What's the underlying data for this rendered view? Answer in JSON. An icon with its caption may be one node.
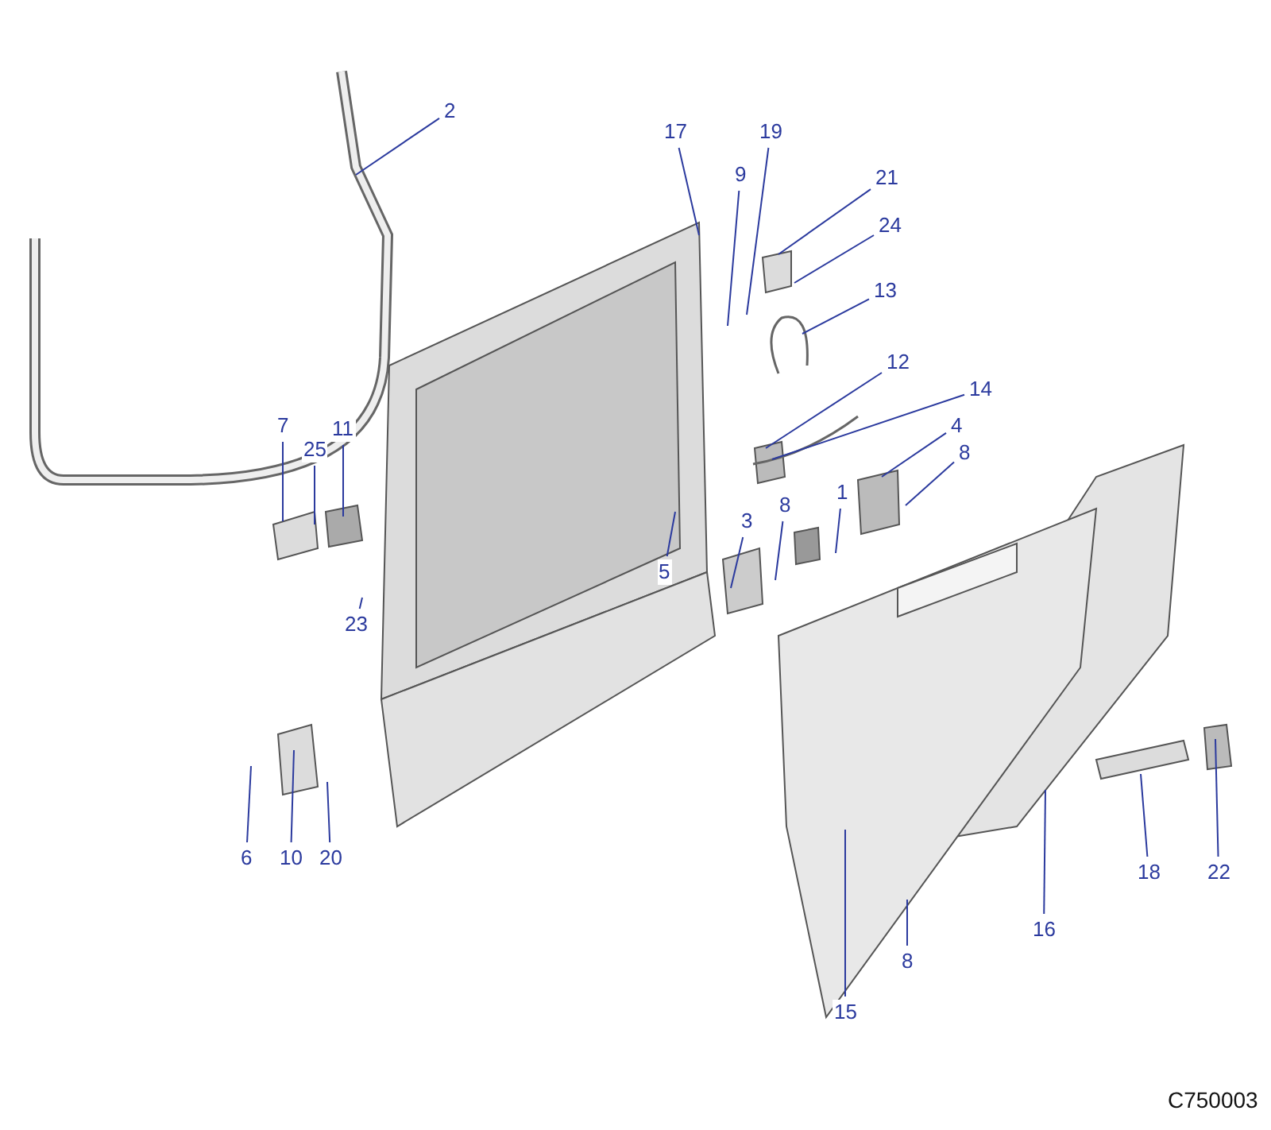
{
  "diagram": {
    "nodes": [
      {
        "text": [
          "2"
        ]
      },
      {
        "text": [
          "17"
        ]
      },
      {
        "text": [
          "19"
        ]
      },
      {
        "text": [
          "9"
        ]
      },
      {
        "text": [
          "21"
        ]
      },
      {
        "text": [
          "24"
        ]
      },
      {
        "text": [
          "13"
        ]
      },
      {
        "text": [
          "12"
        ]
      },
      {
        "text": [
          "14"
        ]
      },
      {
        "text": [
          "7"
        ]
      },
      {
        "text": [
          "25"
        ]
      },
      {
        "text": [
          "11"
        ]
      },
      {
        "text": [
          "4"
        ]
      },
      {
        "text": [
          "8"
        ]
      },
      {
        "text": [
          "1"
        ]
      },
      {
        "text": [
          "8"
        ]
      },
      {
        "text": [
          "3"
        ]
      },
      {
        "text": [
          "5"
        ]
      },
      {
        "text": [
          "23"
        ]
      },
      {
        "text": [
          "6"
        ]
      },
      {
        "text": [
          "10"
        ]
      },
      {
        "text": [
          "20"
        ]
      },
      {
        "text": [
          "18"
        ]
      },
      {
        "text": [
          "22"
        ]
      },
      {
        "text": [
          "16"
        ]
      },
      {
        "text": [
          "8"
        ]
      },
      {
        "text": [
          "15"
        ]
      }
    ],
    "edges": [
      {
        "from": 0,
        "to": null,
        "arrow": "none"
      },
      {
        "from": 1,
        "to": null,
        "arrow": "none"
      },
      {
        "from": 2,
        "to": null,
        "arrow": "none"
      },
      {
        "from": 3,
        "to": null,
        "arrow": "none"
      },
      {
        "from": 4,
        "to": null,
        "arrow": "none"
      },
      {
        "from": 5,
        "to": null,
        "arrow": "none"
      },
      {
        "from": 6,
        "to": null,
        "arrow": "none"
      },
      {
        "from": 7,
        "to": null,
        "arrow": "none"
      },
      {
        "from": 8,
        "to": null,
        "arrow": "none"
      },
      {
        "from": 9,
        "to": null,
        "arrow": "none"
      },
      {
        "from": 10,
        "to": null,
        "arrow": "none"
      },
      {
        "from": 11,
        "to": null,
        "arrow": "none"
      },
      {
        "from": 12,
        "to": null,
        "arrow": "none"
      },
      {
        "from": 13,
        "to": null,
        "arrow": "none"
      },
      {
        "from": 14,
        "to": null,
        "arrow": "none"
      },
      {
        "from": 15,
        "to": null,
        "arrow": "none"
      },
      {
        "from": 16,
        "to": null,
        "arrow": "none"
      },
      {
        "from": 17,
        "to": null,
        "arrow": "none"
      },
      {
        "from": 18,
        "to": null,
        "arrow": "none"
      },
      {
        "from": 19,
        "to": null,
        "arrow": "none"
      },
      {
        "from": 20,
        "to": null,
        "arrow": "none"
      },
      {
        "from": 21,
        "to": null,
        "arrow": "none"
      },
      {
        "from": 22,
        "to": null,
        "arrow": "none"
      },
      {
        "from": 23,
        "to": null,
        "arrow": "none"
      },
      {
        "from": 24,
        "to": null,
        "arrow": "none"
      },
      {
        "from": 25,
        "to": null,
        "arrow": "none"
      },
      {
        "from": 26,
        "to": null,
        "arrow": "none"
      }
    ],
    "labels": [
      "C750003"
    ]
  }
}
